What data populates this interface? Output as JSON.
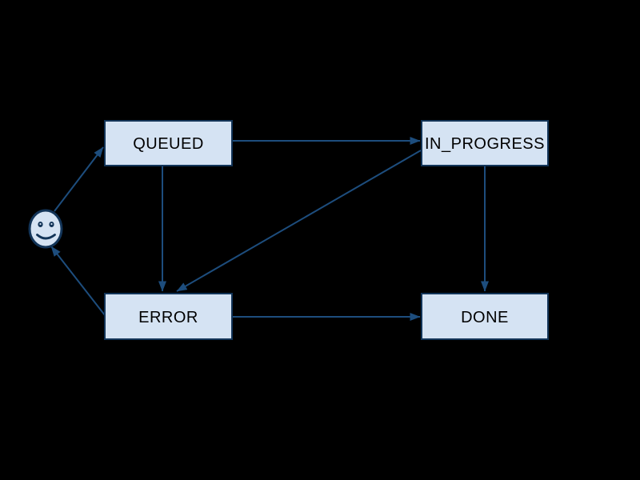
{
  "diagram": {
    "type": "state-machine",
    "background_color": "#000000",
    "colors": {
      "node_fill": "#d5e3f3",
      "node_border": "#123458",
      "edge": "#1d4d7d",
      "label_text": "#000000"
    },
    "nodes": [
      {
        "id": "start",
        "shape": "smiley-face",
        "label": ""
      },
      {
        "id": "queued",
        "shape": "rect",
        "label": "QUEUED"
      },
      {
        "id": "in_progress",
        "shape": "rect",
        "label": "IN_PROGRESS"
      },
      {
        "id": "error",
        "shape": "rect",
        "label": "ERROR"
      },
      {
        "id": "done",
        "shape": "rect",
        "label": "DONE"
      }
    ],
    "edges": [
      {
        "from": "start",
        "to": "QUEUED"
      },
      {
        "from": "QUEUED",
        "to": "IN_PROGRESS"
      },
      {
        "from": "QUEUED",
        "to": "ERROR"
      },
      {
        "from": "IN_PROGRESS",
        "to": "ERROR"
      },
      {
        "from": "IN_PROGRESS",
        "to": "DONE"
      },
      {
        "from": "ERROR",
        "to": "DONE"
      },
      {
        "from": "ERROR",
        "to": "start"
      }
    ]
  }
}
